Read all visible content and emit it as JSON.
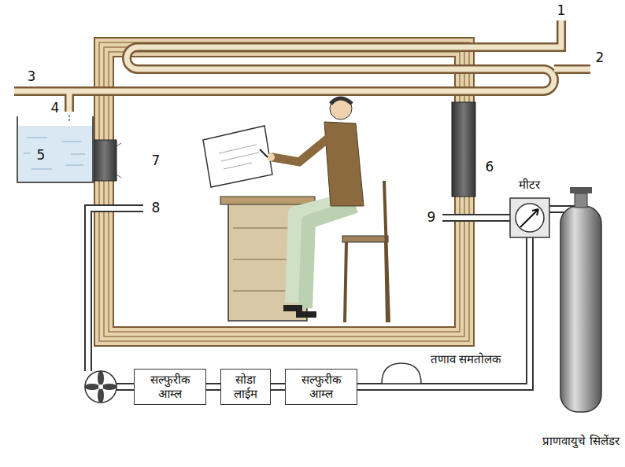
{
  "diagram": {
    "nodes": [
      {
        "text": [
          "सल्फुरीक आम्ल"
        ]
      },
      {
        "text": [
          "सोडा लाईम"
        ]
      },
      {
        "text": [
          "सल्फुरीक आम्ल"
        ]
      }
    ],
    "edges": [
      {
        "from": 0,
        "to": 1,
        "arrow": "none"
      },
      {
        "from": 1,
        "to": 2,
        "arrow": "none"
      }
    ],
    "labels": [
      "1",
      "2",
      "3",
      "4",
      "5",
      "6",
      "7",
      "8",
      "9",
      "मीटर",
      "तणाव समतोलक",
      "प्राणवायुचे सिलेंडर"
    ]
  }
}
